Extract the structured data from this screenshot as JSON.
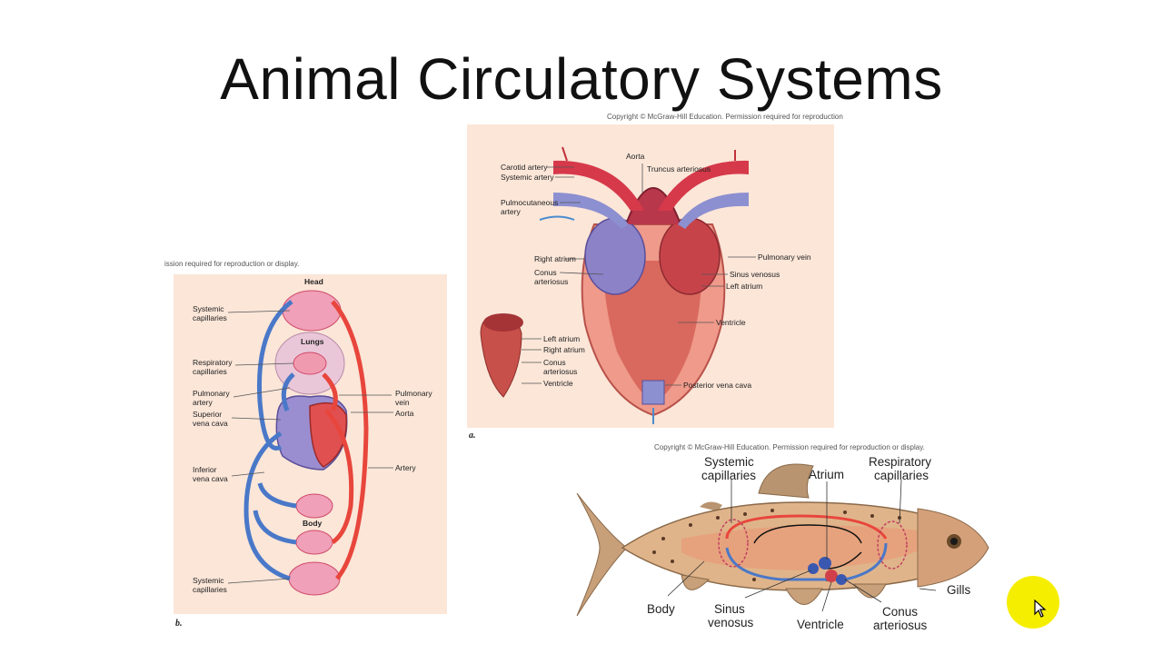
{
  "slide": {
    "title": "Animal Circulatory Systems"
  },
  "figure_a": {
    "copyright": "Copyright © McGraw-Hill Education. Permission required for reproduction",
    "panel_letter": "a.",
    "labels": {
      "aorta": "Aorta",
      "truncus": "Truncus arteriosus",
      "carotid": "Carotid artery",
      "systemic_artery": "Systemic artery",
      "pulmocutaneous_1": "Pulmocutaneous",
      "pulmocutaneous_2": "artery",
      "right_atrium": "Right atrium",
      "conus_1": "Conus",
      "conus_2": "arteriosus",
      "pulmonary_vein": "Pulmonary vein",
      "sinus_venosus": "Sinus venosus",
      "left_atrium": "Left atrium",
      "ventricle": "Ventricle",
      "posterior_vena_cava": "Posterior vena cava",
      "inset_left_atrium": "Left atrium",
      "inset_right_atrium": "Right atrium",
      "inset_conus_1": "Conus",
      "inset_conus_2": "arteriosus",
      "inset_ventricle": "Ventricle"
    }
  },
  "figure_b": {
    "copyright": "ission required for reproduction or display.",
    "panel_letter": "b.",
    "labels": {
      "head": "Head",
      "systemic_cap_1": "Systemic",
      "systemic_cap_2": "capillaries",
      "lungs": "Lungs",
      "resp_cap_1": "Respiratory",
      "resp_cap_2": "capillaries",
      "pulm_artery_1": "Pulmonary",
      "pulm_artery_2": "artery",
      "sup_vc_1": "Superior",
      "sup_vc_2": "vena cava",
      "pulm_vein_1": "Pulmonary",
      "pulm_vein_2": "vein",
      "aorta": "Aorta",
      "inf_vc_1": "Inferior",
      "inf_vc_2": "vena cava",
      "artery": "Artery",
      "body": "Body",
      "systemic_cap_b1": "Systemic",
      "systemic_cap_b2": "capillaries"
    }
  },
  "figure_fish": {
    "copyright": "Copyright © McGraw-Hill Education. Permission required for reproduction or display.",
    "labels": {
      "systemic_1": "Systemic",
      "systemic_2": "capillaries",
      "atrium": "Atrium",
      "respiratory_1": "Respiratory",
      "respiratory_2": "capillaries",
      "gills": "Gills",
      "body": "Body",
      "sinus_1": "Sinus",
      "sinus_2": "venosus",
      "ventricle": "Ventricle",
      "conus_1": "Conus",
      "conus_2": "arteriosus"
    }
  },
  "colors": {
    "artery_red": "#e8463c",
    "vein_blue": "#4a78c8",
    "panel_bg": "#fbe6d8",
    "cursor_highlight": "#f6ee00"
  }
}
